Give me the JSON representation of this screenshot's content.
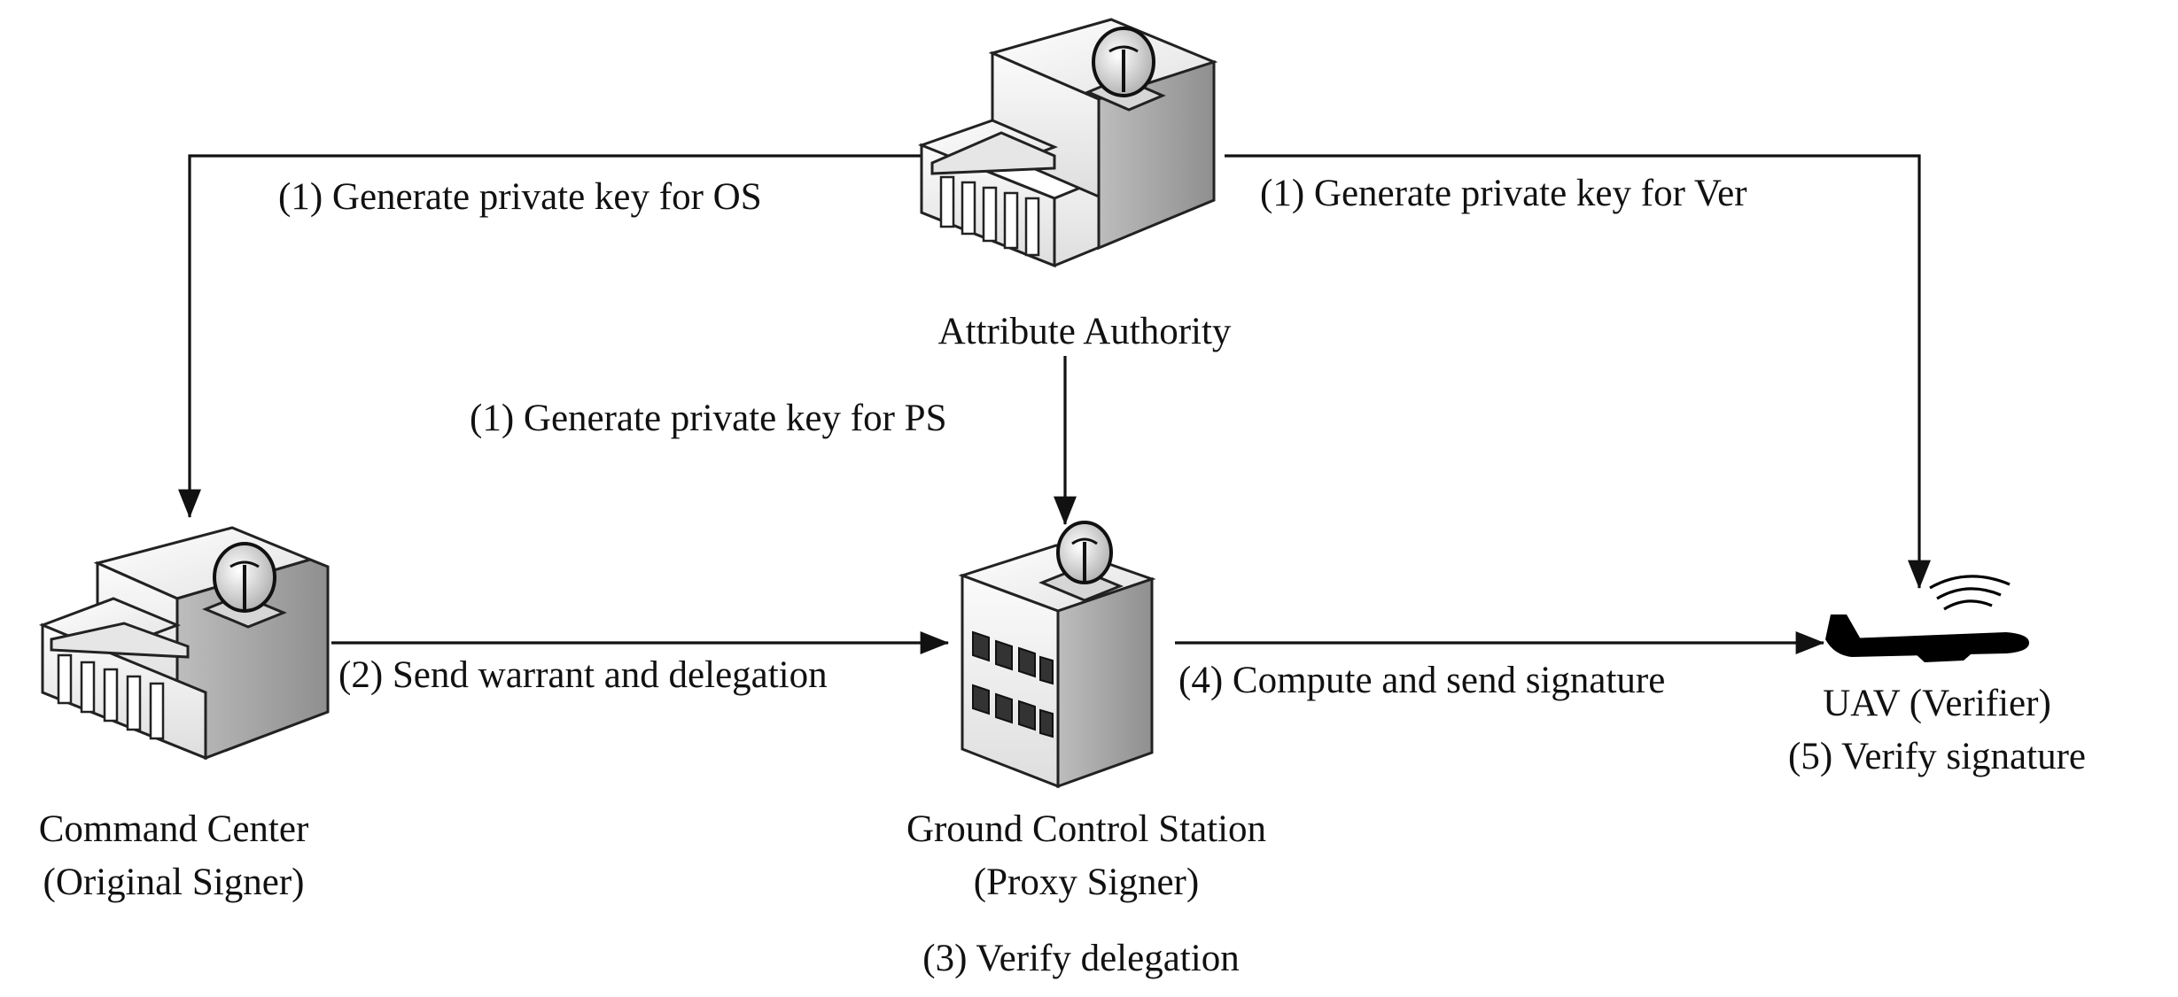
{
  "nodes": {
    "attribute_authority": {
      "name": "Attribute Authority"
    },
    "command_center": {
      "name": "Command Center",
      "role": "(Original Signer)"
    },
    "ground_control_station": {
      "name": "Ground Control Station",
      "role": "(Proxy Signer)",
      "step": "(3) Verify delegation"
    },
    "uav": {
      "name": "UAV (Verifier)",
      "step": "(5) Verify signature"
    }
  },
  "edges": {
    "aa_to_os": "(1) Generate private key for OS",
    "aa_to_ver": "(1) Generate private key for Ver",
    "aa_to_ps": "(1) Generate private key for PS",
    "os_to_ps": "(2) Send warrant and delegation",
    "ps_to_ver": "(4) Compute and send signature"
  },
  "colors": {
    "line": "#111111",
    "building_light": "#f4f4f4",
    "building_mid": "#d2d2d2",
    "building_dark": "#9a9a9a",
    "uav": "#000000"
  }
}
